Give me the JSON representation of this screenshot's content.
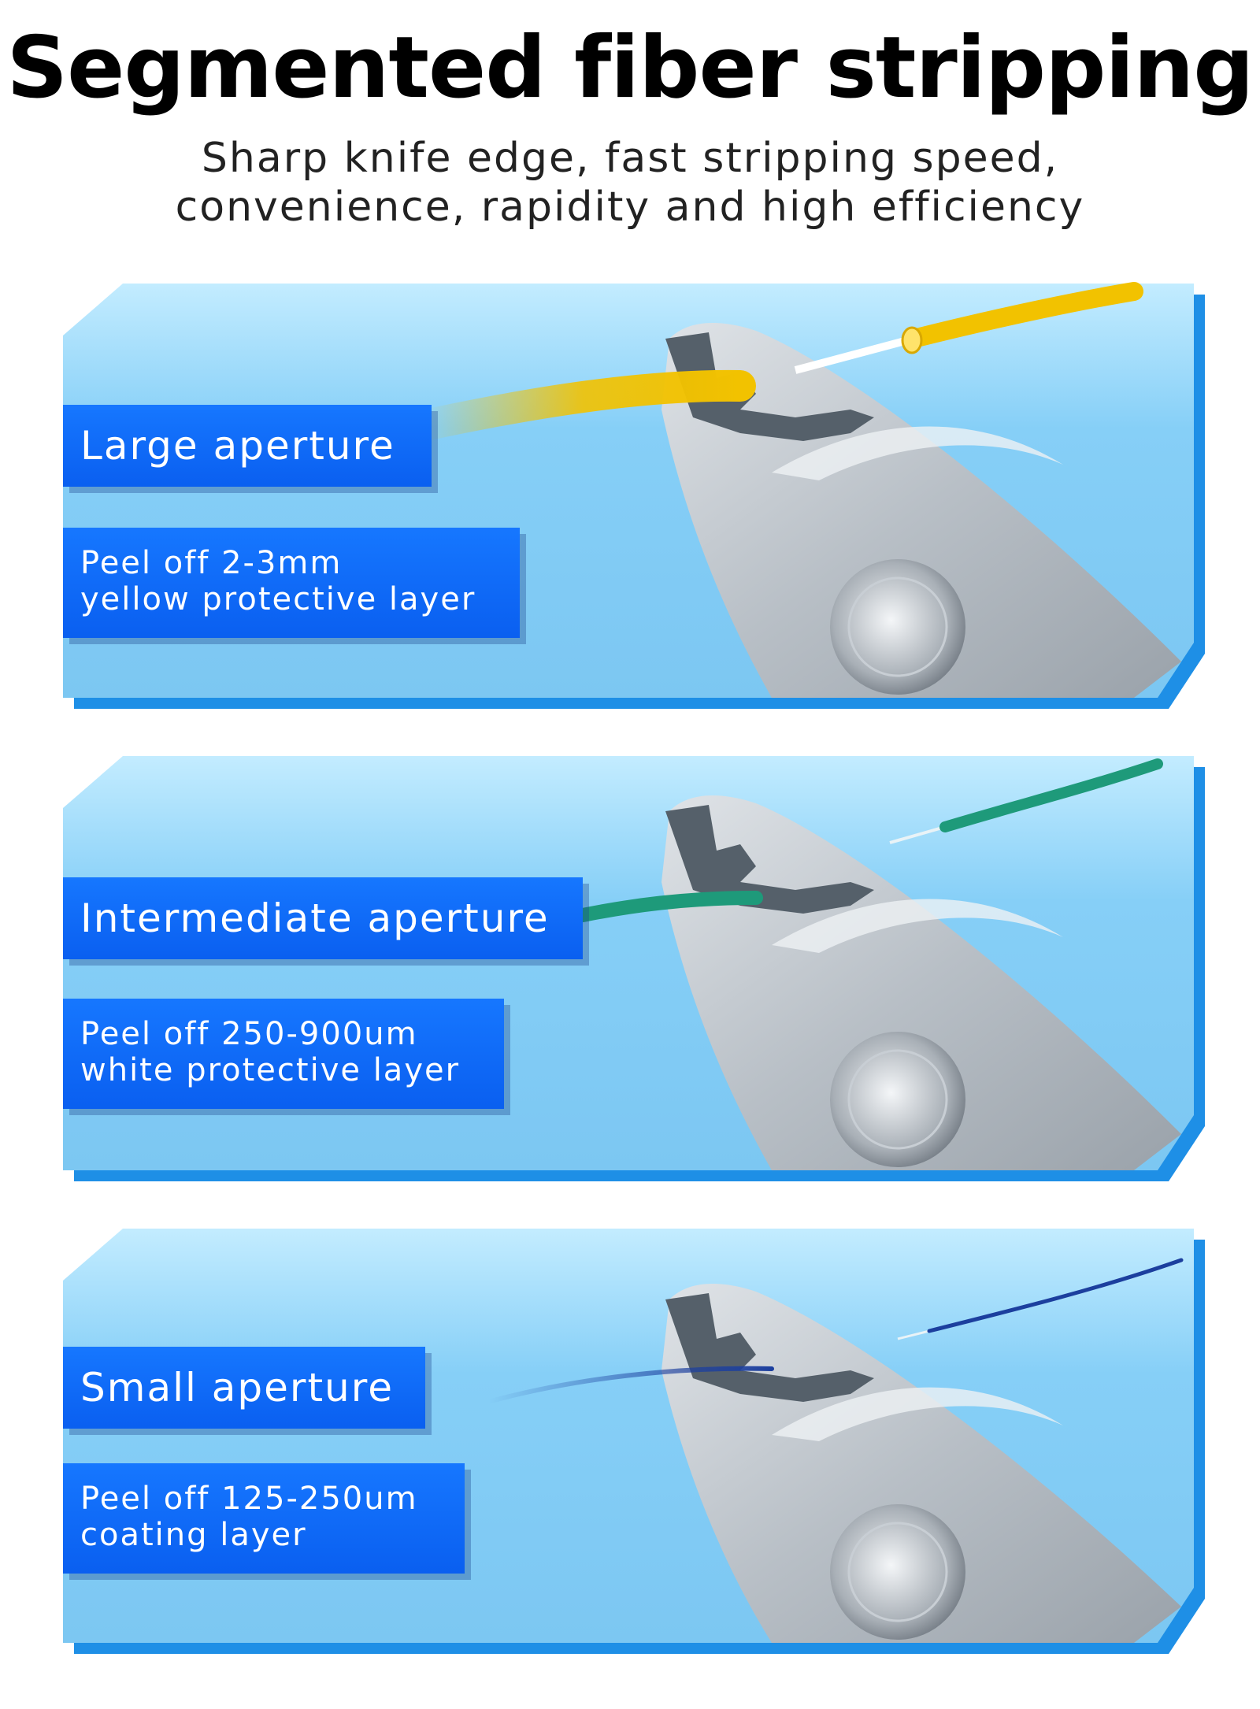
{
  "header": {
    "title": "Segmented fiber stripping",
    "subtitle_line1": "Sharp knife edge, fast stripping speed,",
    "subtitle_line2": "convenience, rapidity and high efficiency"
  },
  "panels": [
    {
      "heading": "Large aperture",
      "desc_line1": "Peel off 2-3mm",
      "desc_line2": "yellow protective layer",
      "fiber_color": "#f2c200",
      "fiber_core_color": "#ffffff"
    },
    {
      "heading": "Intermediate aperture",
      "desc_line1": "Peel off 250-900um",
      "desc_line2": "white protective layer",
      "fiber_color": "#1e9a7a",
      "fiber_core_color": "#e9f3f7"
    },
    {
      "heading": "Small aperture",
      "desc_line1": "Peel off 125-250um",
      "desc_line2": "coating layer",
      "fiber_color": "#1c3f9e",
      "fiber_core_color": "#e9f3f7"
    }
  ],
  "colors": {
    "panel_light": "#bfe9ff",
    "panel_mid": "#7fcaf5",
    "panel_edge": "#1e8fe6",
    "label_blue": "#0f6bf5",
    "tool_steel": "#c6ccd2"
  }
}
